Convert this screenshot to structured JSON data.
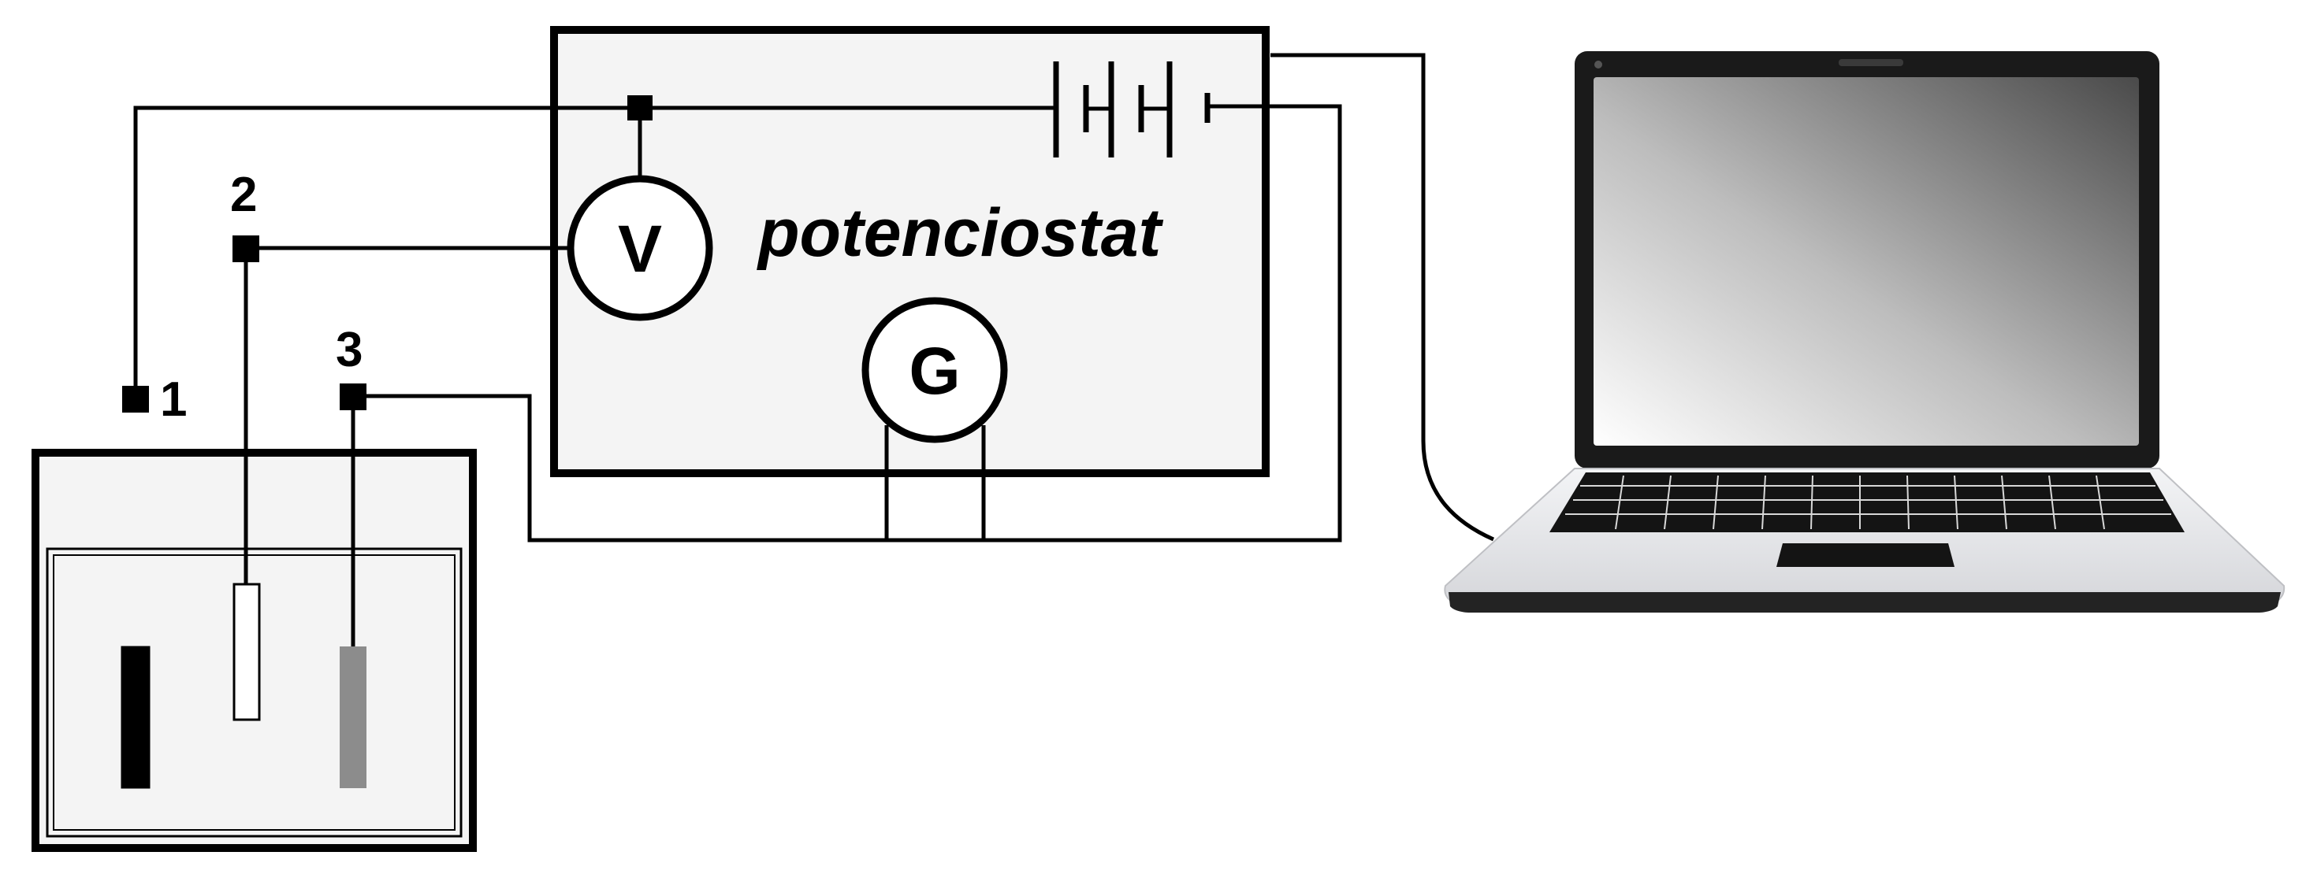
{
  "device": {
    "title": "potenciostat"
  },
  "meters": {
    "voltmeter": "V",
    "galvanometer": "G"
  },
  "electrodes": {
    "e1": "1",
    "e2": "2",
    "e3": "3"
  },
  "colors": {
    "device_fill": "#f4f4f4",
    "electrode_1": "#000000",
    "electrode_2": "#ffffff",
    "electrode_3": "#8c8c8c",
    "laptop_body": "#1a1a1a",
    "laptop_base": "#e6e7ea"
  },
  "icons": {
    "laptop": "laptop-icon",
    "battery": "battery-icon"
  }
}
